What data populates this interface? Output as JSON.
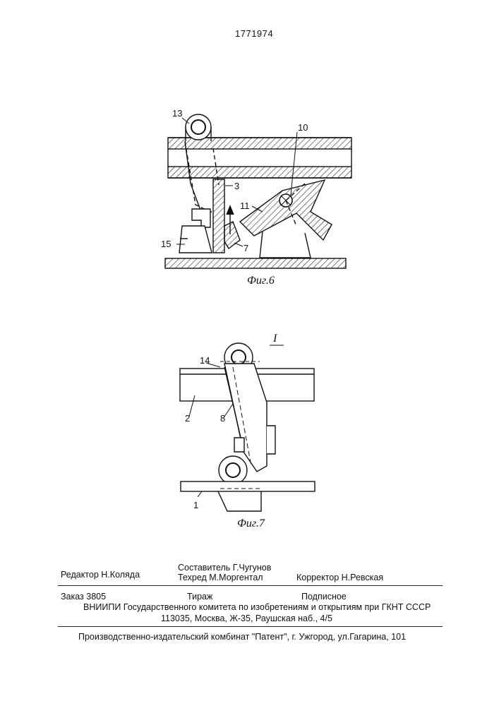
{
  "document": {
    "patent_number": "1771974",
    "figures": [
      {
        "caption": "Фиг.6",
        "labels": {
          "l13": "13",
          "l10": "10",
          "l3": "3",
          "l11": "11",
          "l15": "15",
          "l7": "7"
        }
      },
      {
        "caption": "Фиг.7",
        "view_mark": "I",
        "labels": {
          "l14": "14",
          "l2": "2",
          "l8": "8",
          "l1": "1"
        }
      }
    ],
    "imprint": {
      "editor": "Редактор  Н.Коляда",
      "compiler": "Составитель  Г.Чугунов",
      "techred": "Техред М.Моргентал",
      "corrector": "Корректор  Н.Ревская",
      "order": "Заказ  3805",
      "circulation": "Тираж",
      "subscription": "Подписное",
      "institute": "ВНИИПИ Государственного комитета по изобретениям и открытиям при ГКНТ СССР",
      "address": "113035, Москва, Ж-35, Раушская наб., 4/5",
      "publisher": "Производственно-издательский комбинат \"Патент\", г. Ужгород, ул.Гагарина, 101"
    }
  }
}
